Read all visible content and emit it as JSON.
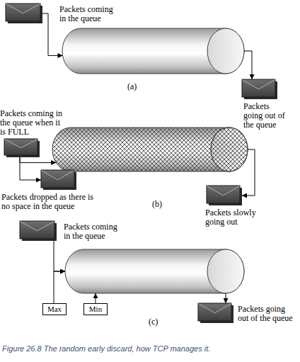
{
  "diagram": {
    "caption": "Figure 26.8 The random early discard, how TCP manages it.",
    "nodes": [
      {
        "text": [
          "Packets coming in the queue"
        ]
      },
      {
        "text": [
          "(a)"
        ]
      },
      {
        "text": [
          "Packets going out of the queue"
        ]
      },
      {
        "text": [
          "Packets coming in the queue when it is FULL"
        ]
      },
      {
        "text": [
          "(b)"
        ]
      },
      {
        "text": [
          "Packets dropped as there is no space in the queue"
        ]
      },
      {
        "text": [
          "Packets slowly going out"
        ]
      },
      {
        "text": [
          "Packets coming in the queue"
        ]
      },
      {
        "text": [
          "(c)"
        ]
      },
      {
        "text": [
          "Max"
        ]
      },
      {
        "text": [
          "Min"
        ]
      },
      {
        "text": [
          "Packets going out of the queue"
        ]
      }
    ],
    "edges": [
      {
        "from": 0,
        "to": 1,
        "arrow": "to"
      },
      {
        "from": 1,
        "to": 2,
        "arrow": "to"
      },
      {
        "from": 3,
        "to": 4,
        "arrow": "to"
      },
      {
        "from": 3,
        "to": 5,
        "arrow": "to"
      },
      {
        "from": 4,
        "to": 6,
        "arrow": "to"
      },
      {
        "from": 7,
        "to": 8,
        "arrow": "to"
      },
      {
        "from": 9,
        "to": 8,
        "arrow": "to"
      },
      {
        "from": 10,
        "to": 8,
        "arrow": "to"
      },
      {
        "from": 8,
        "to": 11,
        "arrow": "to"
      }
    ]
  }
}
